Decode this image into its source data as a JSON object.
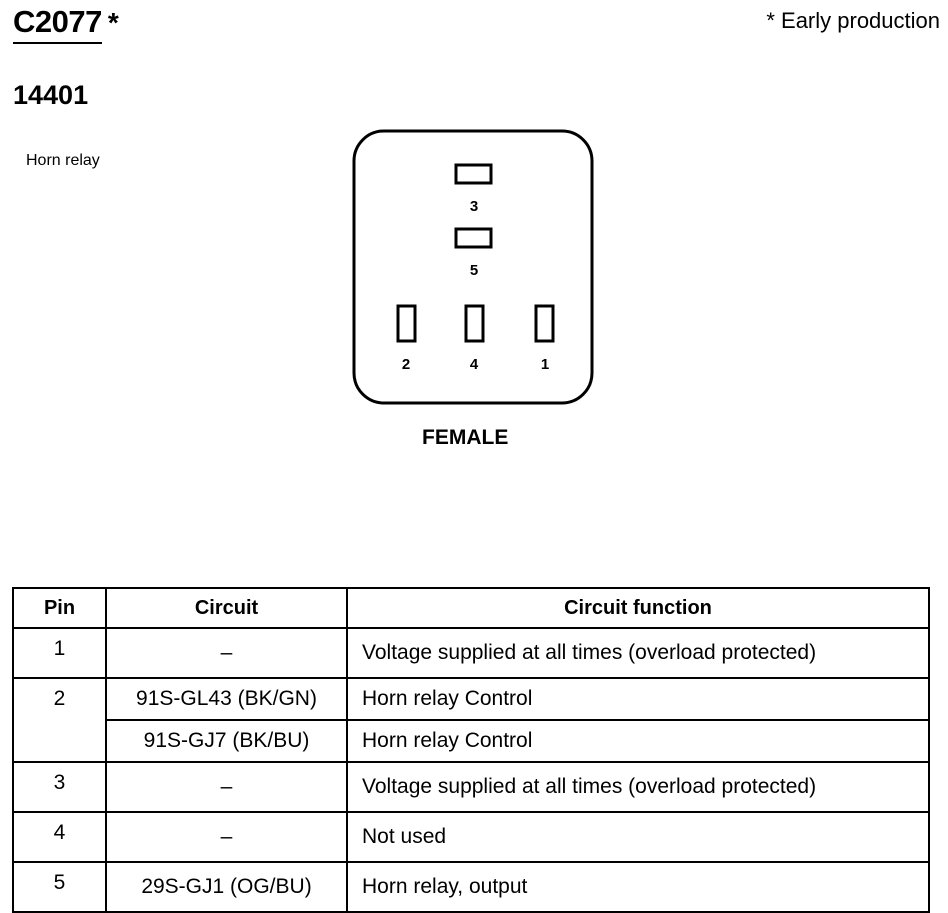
{
  "header": {
    "connector_id": "C2077",
    "asterisk": "*",
    "note": "* Early production",
    "part_number": "14401",
    "component": "Horn relay"
  },
  "connector": {
    "pins": [
      "3",
      "5",
      "2",
      "4",
      "1"
    ],
    "gender": "FEMALE"
  },
  "table": {
    "headers": [
      "Pin",
      "Circuit",
      "Circuit function"
    ],
    "rows": [
      {
        "pin": "1",
        "circuit": "–",
        "function": "Voltage supplied at all times (overload protected)"
      },
      {
        "pin": "2",
        "circuit": "91S-GL43 (BK/GN)",
        "function": "Horn relay Control"
      },
      {
        "pin": "",
        "circuit": "91S-GJ7 (BK/BU)",
        "function": "Horn relay Control"
      },
      {
        "pin": "3",
        "circuit": "–",
        "function": "Voltage supplied at all times (overload protected)"
      },
      {
        "pin": "4",
        "circuit": "–",
        "function": "Not used"
      },
      {
        "pin": "5",
        "circuit": "29S-GJ1 (OG/BU)",
        "function": "Horn relay, output"
      }
    ]
  }
}
